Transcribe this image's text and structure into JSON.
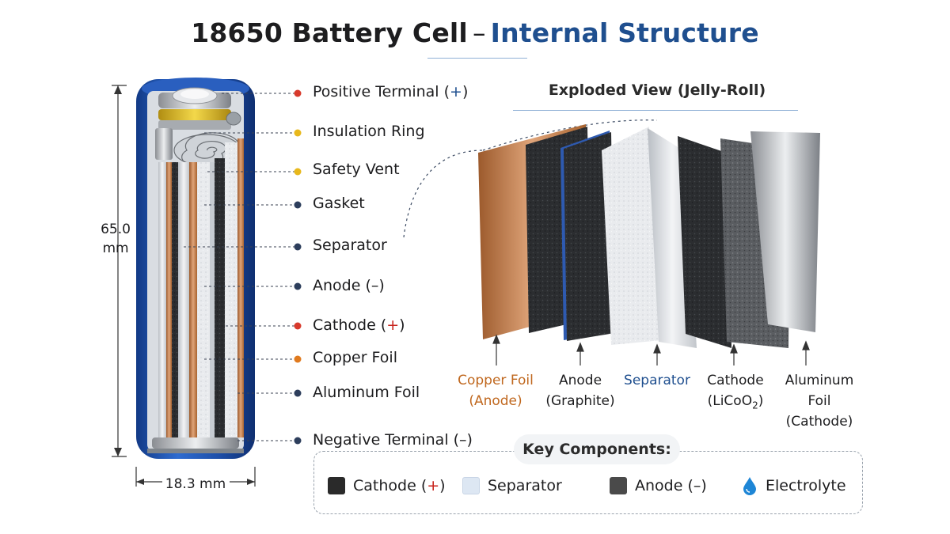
{
  "title": {
    "part1": "18650 Battery Cell",
    "dash": "–",
    "part2": "Internal Structure"
  },
  "cell": {
    "height_label": "65.0",
    "height_unit": "mm",
    "diameter_label": "18.3 mm",
    "callouts": [
      {
        "label": "Positive Terminal (",
        "sign": "+",
        "sign_color": "blue",
        "close": ")",
        "dot_color": "#d83a2c"
      },
      {
        "label": "Insulation Ring",
        "dot_color": "#e8b81c"
      },
      {
        "label": "Safety Vent",
        "dot_color": "#e8b81c"
      },
      {
        "label": "Gasket",
        "dot_color": "#2d3e5c"
      },
      {
        "label": "Separator",
        "dot_color": "#2d3e5c"
      },
      {
        "label": "Anode (–)",
        "dot_color": "#2d3e5c"
      },
      {
        "label": "Cathode (",
        "sign": "+",
        "sign_color": "red",
        "close": ")",
        "dot_color": "#d83a2c"
      },
      {
        "label": "Copper Foil",
        "dot_color": "#e07a1e"
      },
      {
        "label": "Aluminum Foil",
        "dot_color": "#2d3e5c"
      },
      {
        "label": "Negative Terminal (–)",
        "dot_color": "#2d3e5c"
      }
    ]
  },
  "exploded": {
    "title": "Exploded View (Jelly-Roll)",
    "layers": [
      {
        "line1": "Copper Foil",
        "line2": "(Anode)",
        "color": "#c0681f"
      },
      {
        "line1": "Anode",
        "line2": "(Graphite)",
        "color": "#1d1d1f"
      },
      {
        "line1": "Separator",
        "line2": "",
        "color": "#1f4f8f"
      },
      {
        "line1": "Cathode",
        "line2": "(LiCoO",
        "sub": "2",
        "line2_end": ")",
        "color": "#1d1d1f"
      },
      {
        "line1": "Aluminum",
        "line2": "Foil",
        "line3": "(Cathode)",
        "color": "#1d1d1f"
      }
    ]
  },
  "key": {
    "title": "Key Components:",
    "items": [
      {
        "label": "Cathode (",
        "sign": "+",
        "close": ")",
        "swatch": "dark"
      },
      {
        "label": "Separator",
        "swatch": "light"
      },
      {
        "label": "Anode (–)",
        "swatch": "grey"
      },
      {
        "label": "Electrolyte",
        "swatch": "drop"
      }
    ]
  },
  "colors": {
    "casing_blue": "#1e4fa8",
    "title_blue": "#1f4f8f",
    "copper": "#c98653",
    "accent_red": "#c8231c"
  }
}
